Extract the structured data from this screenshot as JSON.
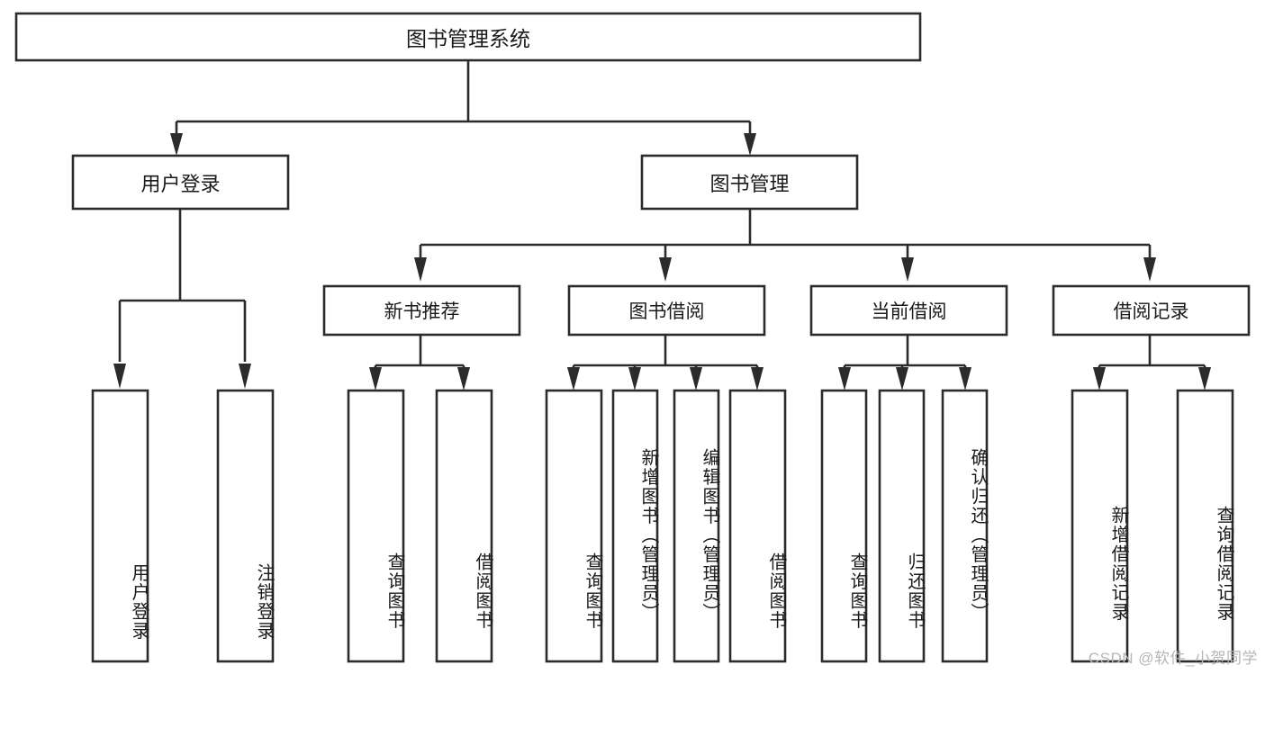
{
  "diagram": {
    "title": "图书管理系统",
    "type": "hierarchy-tree",
    "orientation": "top-down",
    "levels": 4,
    "root": {
      "id": "root",
      "label": "图书管理系统",
      "text_direction": "horizontal"
    },
    "level2": [
      {
        "id": "user-login",
        "label": "用户登录",
        "text_direction": "horizontal"
      },
      {
        "id": "book-manage",
        "label": "图书管理",
        "text_direction": "horizontal"
      }
    ],
    "level3": [
      {
        "id": "new-book-recommend",
        "label": "新书推荐",
        "parent": "book-manage",
        "text_direction": "horizontal"
      },
      {
        "id": "book-borrow",
        "label": "图书借阅",
        "parent": "book-manage",
        "text_direction": "horizontal"
      },
      {
        "id": "current-borrow",
        "label": "当前借阅",
        "parent": "book-manage",
        "text_direction": "horizontal"
      },
      {
        "id": "borrow-record",
        "label": "借阅记录",
        "parent": "book-manage",
        "text_direction": "horizontal"
      }
    ],
    "leaves": [
      {
        "id": "leaf-user-login",
        "label": "用户登录",
        "parent": "user-login",
        "text_direction": "vertical"
      },
      {
        "id": "leaf-logout-login",
        "label": "注销登录",
        "parent": "user-login",
        "text_direction": "vertical"
      },
      {
        "id": "leaf-query-book-1",
        "label": "查询图书",
        "parent": "new-book-recommend",
        "text_direction": "vertical"
      },
      {
        "id": "leaf-borrow-book-1",
        "label": "借阅图书",
        "parent": "new-book-recommend",
        "text_direction": "vertical"
      },
      {
        "id": "leaf-query-book-2",
        "label": "查询图书",
        "parent": "book-borrow",
        "text_direction": "vertical"
      },
      {
        "id": "leaf-add-book",
        "label": "新增图书（管理员）",
        "parent": "book-borrow",
        "text_direction": "vertical"
      },
      {
        "id": "leaf-edit-book",
        "label": "编辑图书（管理员）",
        "parent": "book-borrow",
        "text_direction": "vertical"
      },
      {
        "id": "leaf-borrow-book-2",
        "label": "借阅图书",
        "parent": "book-borrow",
        "text_direction": "vertical"
      },
      {
        "id": "leaf-query-book-3",
        "label": "查询图书",
        "parent": "current-borrow",
        "text_direction": "vertical"
      },
      {
        "id": "leaf-return-book",
        "label": "归还图书",
        "parent": "current-borrow",
        "text_direction": "vertical"
      },
      {
        "id": "leaf-confirm-return",
        "label": "确认归还（管理员）",
        "parent": "current-borrow",
        "text_direction": "vertical"
      },
      {
        "id": "leaf-add-record",
        "label": "新增借阅记录",
        "parent": "borrow-record",
        "text_direction": "vertical"
      },
      {
        "id": "leaf-query-record",
        "label": "查询借阅记录",
        "parent": "borrow-record",
        "text_direction": "vertical"
      }
    ]
  },
  "watermark": {
    "text": "CSDN @软件_小贺同学"
  },
  "colors": {
    "stroke": "#2b2b2b",
    "box_fill": "#ffffff",
    "text": "#1a1a1a",
    "background": "#ffffff",
    "watermark": "#b6b6b6"
  }
}
